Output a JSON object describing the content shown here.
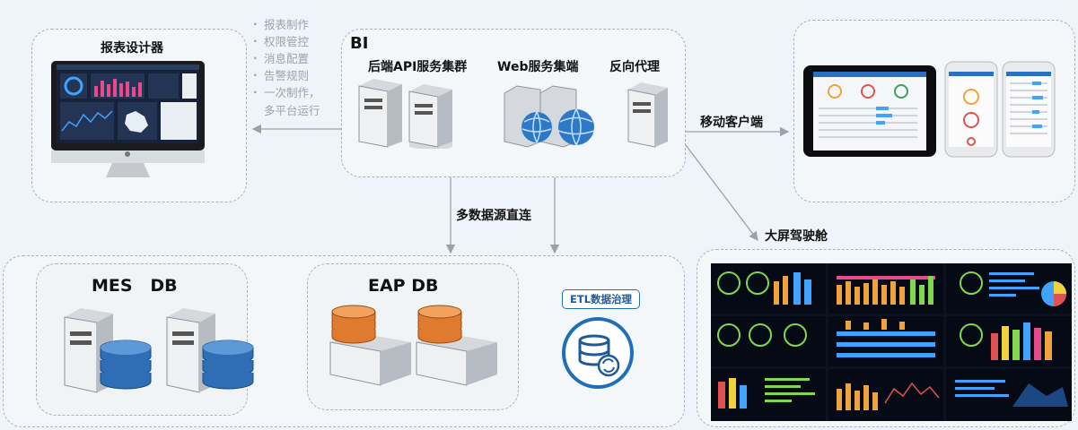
{
  "report_designer": {
    "title": "报表设计器"
  },
  "feature_list": [
    "报表制作",
    "权限管控",
    "消息配置",
    "告警规则",
    "一次制作，",
    "多平台运行"
  ],
  "bi": {
    "title": "BI",
    "api_cluster": "后端API服务集群",
    "web_cluster": "Web服务集端",
    "reverse_proxy": "反向代理"
  },
  "mobile": {
    "label": "移动客户端"
  },
  "big_screen": {
    "label": "大屏驾驶舱"
  },
  "multi_source": {
    "label": "多数据源直连"
  },
  "databases": {
    "mes": "MES   DB",
    "eap": "EAP DB",
    "etl": "ETL数据治理"
  },
  "colors": {
    "accent_blue": "#1e6fb8",
    "db_blue": "#2f6eb5",
    "db_orange": "#e07a2e",
    "dark_panel": "#050a14"
  }
}
